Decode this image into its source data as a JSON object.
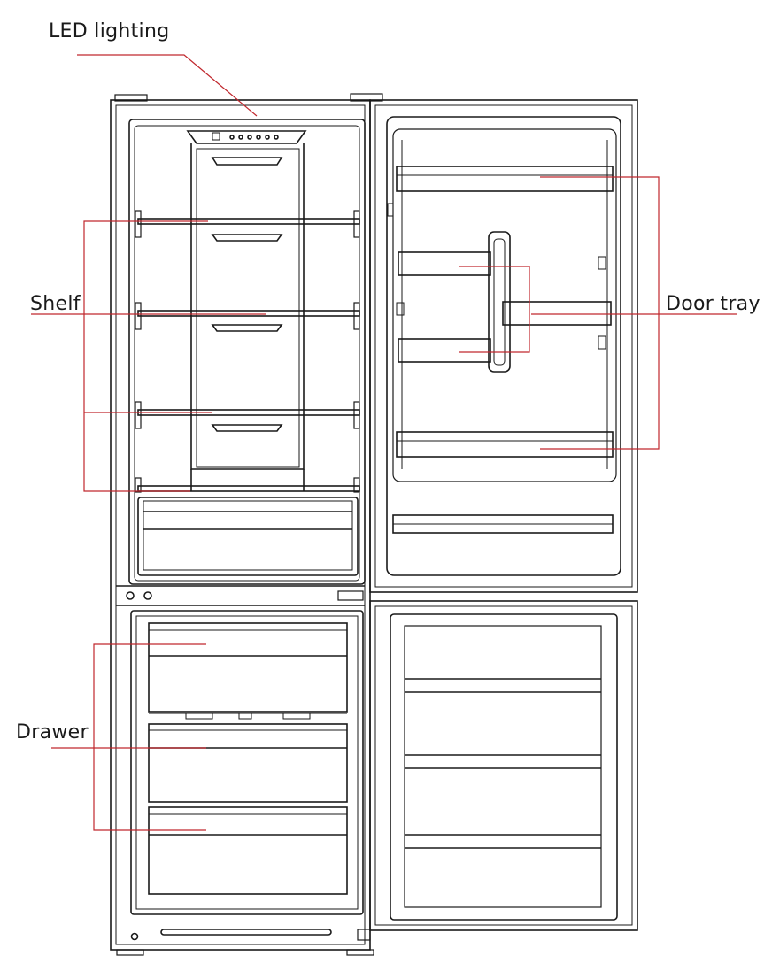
{
  "labels": {
    "led_lighting": "LED lighting",
    "shelf": "Shelf",
    "door_tray": "Door tray",
    "drawer": "Drawer"
  },
  "colors": {
    "outline": "#1a1a1a",
    "callout": "#c0272d",
    "background": "#ffffff"
  }
}
